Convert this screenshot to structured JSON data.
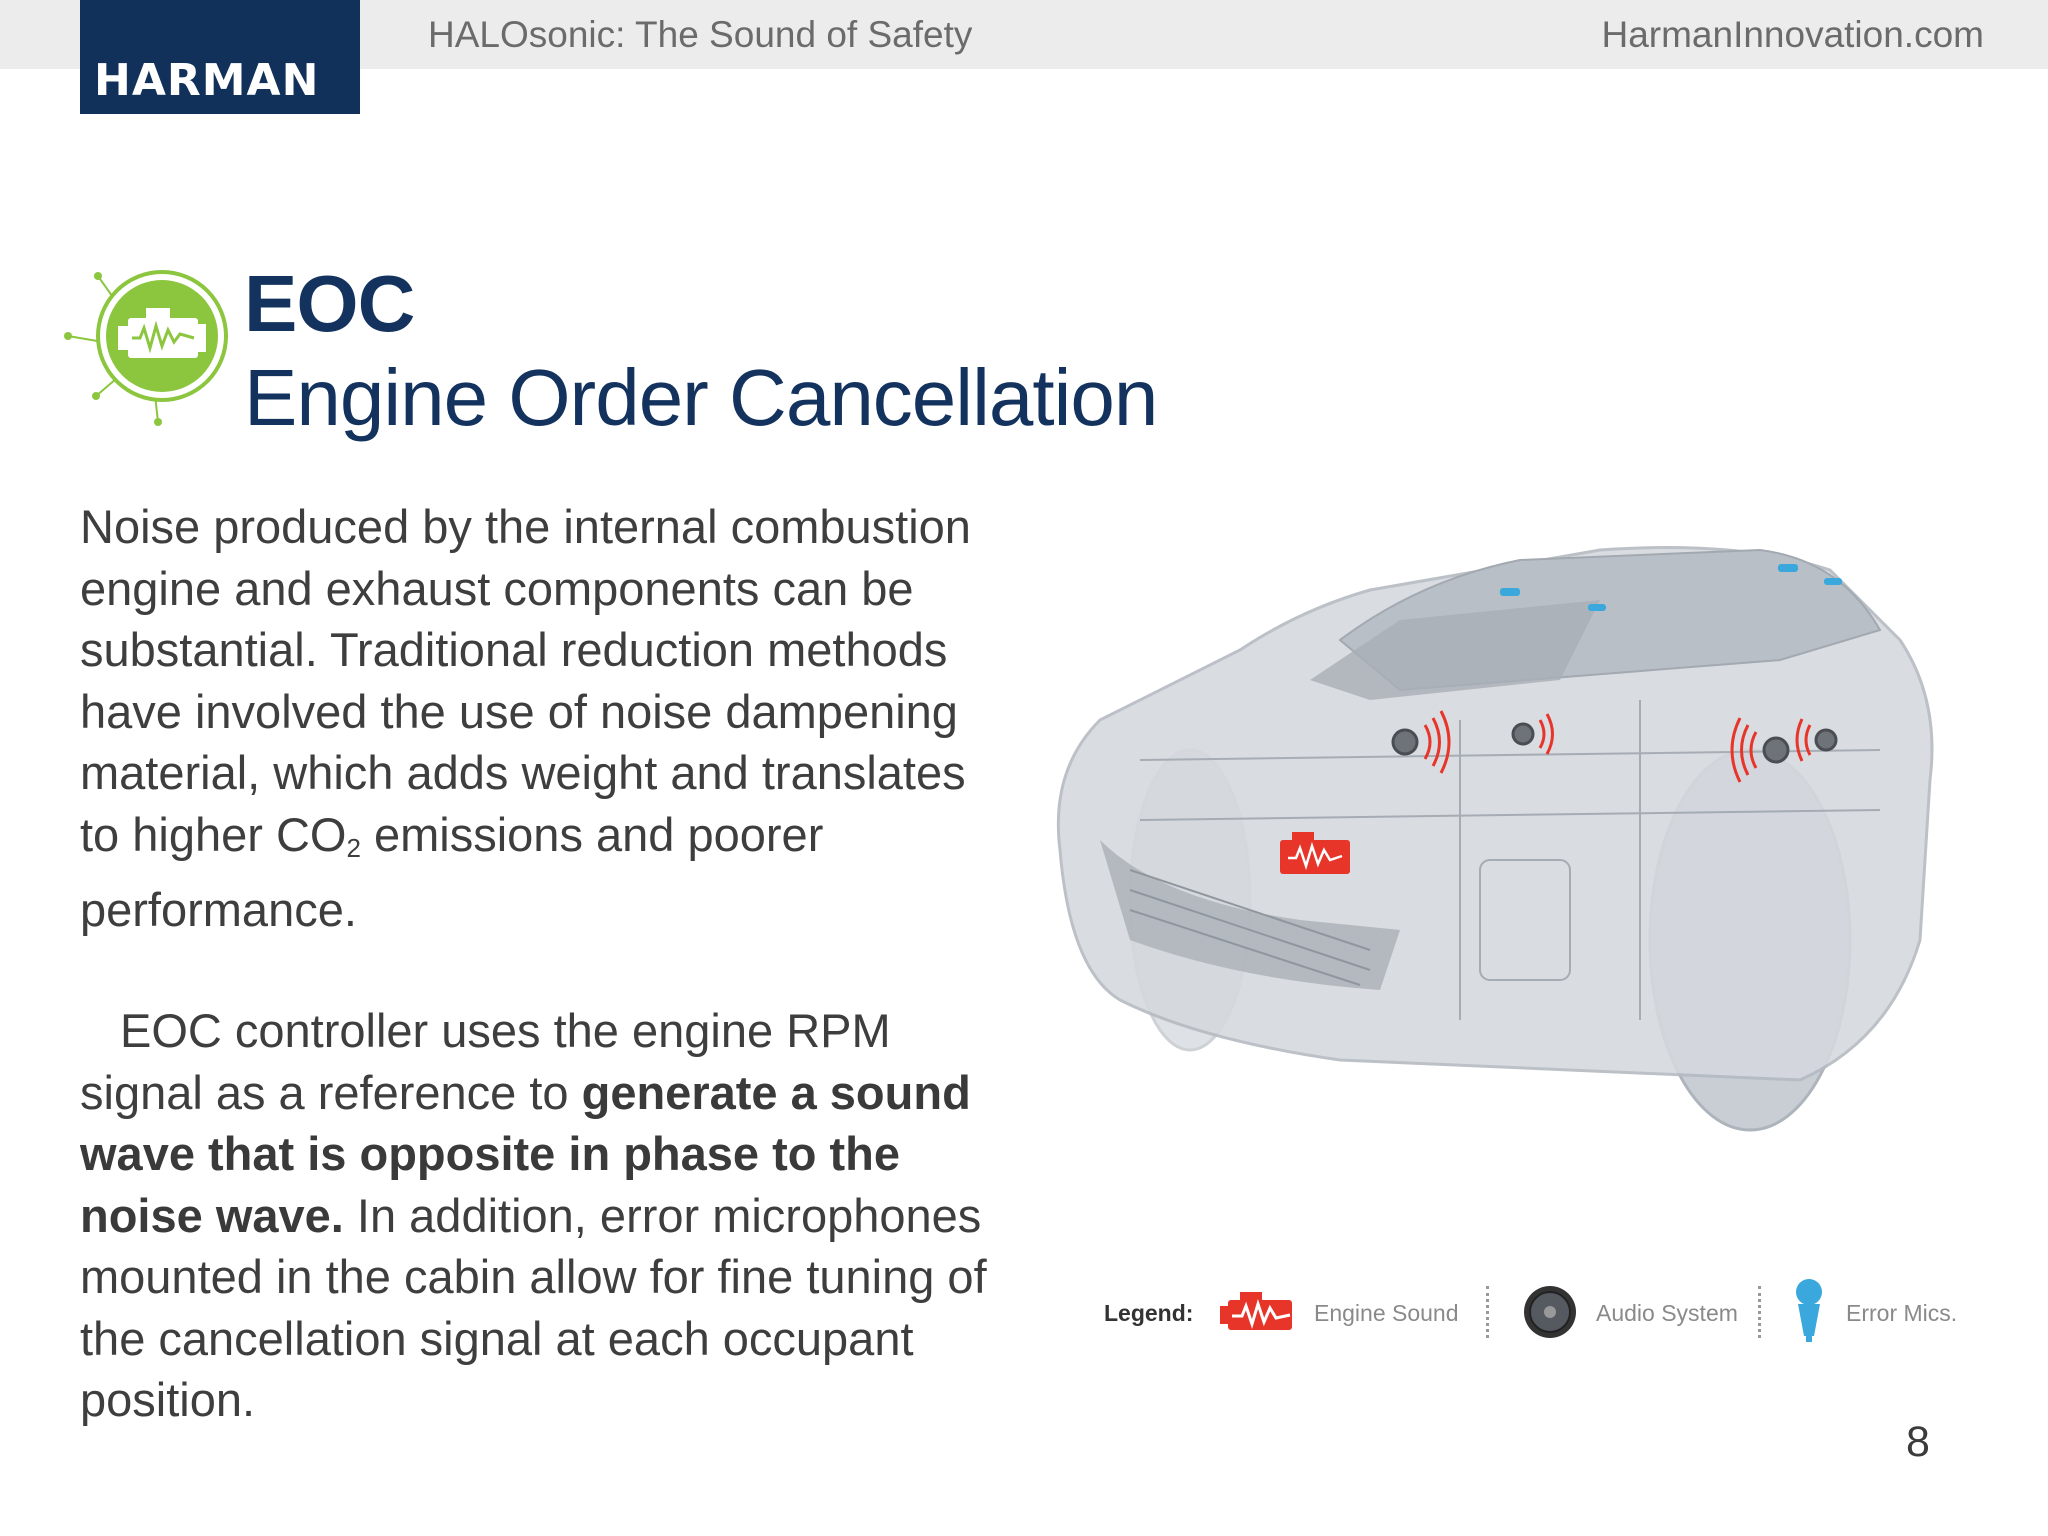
{
  "header": {
    "brand": "HARMAN",
    "title": "HALOsonic: The Sound of Safety",
    "url": "HarmanInnovation.com"
  },
  "section": {
    "title": "EOC",
    "subtitle": "Engine Order Cancellation",
    "icon": "engine-icon"
  },
  "body": {
    "p1_a": "Noise produced by the internal combustion engine and exhaust components can be substantial. Traditional reduction methods have involved the use of noise dampening material, which adds weight and translates to higher CO",
    "p1_sub": "2",
    "p1_b": " emissions and poorer performance.",
    "p2_a": "EOC controller uses the engine RPM signal as a reference to ",
    "p2_bold": "generate a sound wave that is opposite in phase to the noise wave.",
    "p2_b": " In addition, error microphones mounted in the cabin allow for fine tuning of the cancellation signal at each occupant position."
  },
  "legend": {
    "label": "Legend:",
    "items": [
      {
        "label": "Engine Sound",
        "icon": "engine-sound-icon",
        "color": "#e8352a"
      },
      {
        "label": "Audio System",
        "icon": "speaker-icon",
        "color": "#333333"
      },
      {
        "label": "Error Mics.",
        "icon": "microphone-icon",
        "color": "#3aa8dc"
      }
    ]
  },
  "page_number": "8",
  "colors": {
    "brand_navy": "#11305a",
    "title_navy": "#13335e",
    "accent_green": "#8cc63f",
    "engine_red": "#e8352a",
    "mic_blue": "#3aa8dc"
  }
}
